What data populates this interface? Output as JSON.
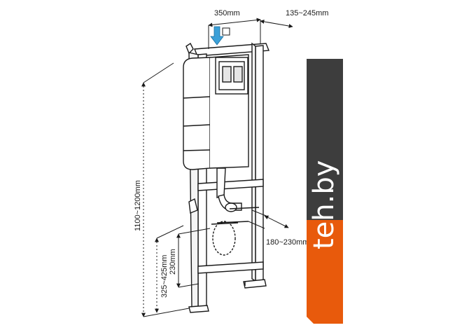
{
  "dimensions": {
    "frame_width": "350mm",
    "depth_range": "135~245mm",
    "total_height": "1100~1200mm",
    "bowl_height": "325~425mm",
    "outlet_height": "230mm",
    "fixing_spacing": "180~230mm"
  },
  "logo": {
    "text": "teh.by",
    "colors": {
      "top": "#3d3d3d",
      "bottom": "#e85a0c",
      "text": "#ffffff"
    }
  },
  "colors": {
    "line": "#1a1a1a",
    "arrow": "#3ba0d8",
    "background": "#ffffff"
  }
}
